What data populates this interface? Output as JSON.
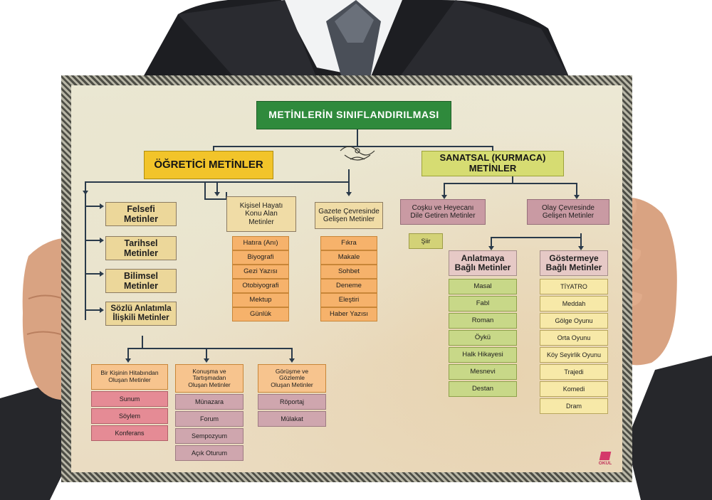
{
  "poster": {
    "title": "METİNLERİN SINIFLANDIRILMASI",
    "ogretici": "ÖĞRETİCİ METİNLER",
    "sanatsal_line1": "SANATSAL (KURMACA)",
    "sanatsal_line2": "METİNLER",
    "felsefi_line1": "Felsefi",
    "felsefi_line2": "Metinler",
    "tarihsel_line1": "Tarihsel",
    "tarihsel_line2": "Metinler",
    "bilimsel_line1": "Bilimsel",
    "bilimsel_line2": "Metinler",
    "sozlu_line1": "Sözlü Anlatımla",
    "sozlu_line2": "İlişkili Metinler",
    "kisisel_line1": "Kişisel Hayatı",
    "kisisel_line2": "Konu Alan",
    "kisisel_line3": "Metinler",
    "kisisel_items": [
      "Hatıra (Anı)",
      "Biyografi",
      "Gezi Yazısı",
      "Otobiyografi",
      "Mektup",
      "Günlük"
    ],
    "gazete_line1": "Gazete Çevresinde",
    "gazete_line2": "Gelişen Metinler",
    "gazete_items": [
      "Fıkra",
      "Makale",
      "Sohbet",
      "Deneme",
      "Eleştiri",
      "Haber Yazısı"
    ],
    "hitap_line1": "Bir Kişinin Hitabından",
    "hitap_line2": "Oluşan Metinler",
    "hitap_items": [
      "Sunum",
      "Söylem",
      "Konferans"
    ],
    "konusma_line1": "Konuşma ve",
    "konusma_line2": "Tartışmadan",
    "konusma_line3": "Oluşan Metinler",
    "konusma_items": [
      "Münazara",
      "Forum",
      "Sempozyum",
      "Açık Oturum"
    ],
    "gorusme_line1": "Görüşme ve",
    "gorusme_line2": "Gözlemle",
    "gorusme_line3": "Oluşan Metinler",
    "gorusme_items": [
      "Röportaj",
      "Mülakat"
    ],
    "cosku_line1": "Coşku ve Heyecanı",
    "cosku_line2": "Dile Getiren Metinler",
    "siir": "Şiir",
    "olay_line1": "Olay Çevresinde",
    "olay_line2": "Gelişen Metinler",
    "anlatma_line1": "Anlatmaya",
    "anlatma_line2": "Bağlı Metinler",
    "anlatma_items": [
      "Masal",
      "Fabl",
      "Roman",
      "Öykü",
      "Halk Hikayesi",
      "Mesnevi",
      "Destan"
    ],
    "gosterme_line1": "Göstermeye",
    "gosterme_line2": "Bağlı Metinler",
    "gosterme_items": [
      "TİYATRO",
      "Meddah",
      "Gölge Oyunu",
      "Orta Oyunu",
      "Köy Seyirlik Oyunu",
      "Trajedi",
      "Komedi",
      "Dram"
    ],
    "logo": "OKUL"
  },
  "colors": {
    "title": "#2f8a3c",
    "main_heading": "#f2c42a",
    "art_heading": "#d6dc72",
    "lines": "#2a3a4a"
  }
}
